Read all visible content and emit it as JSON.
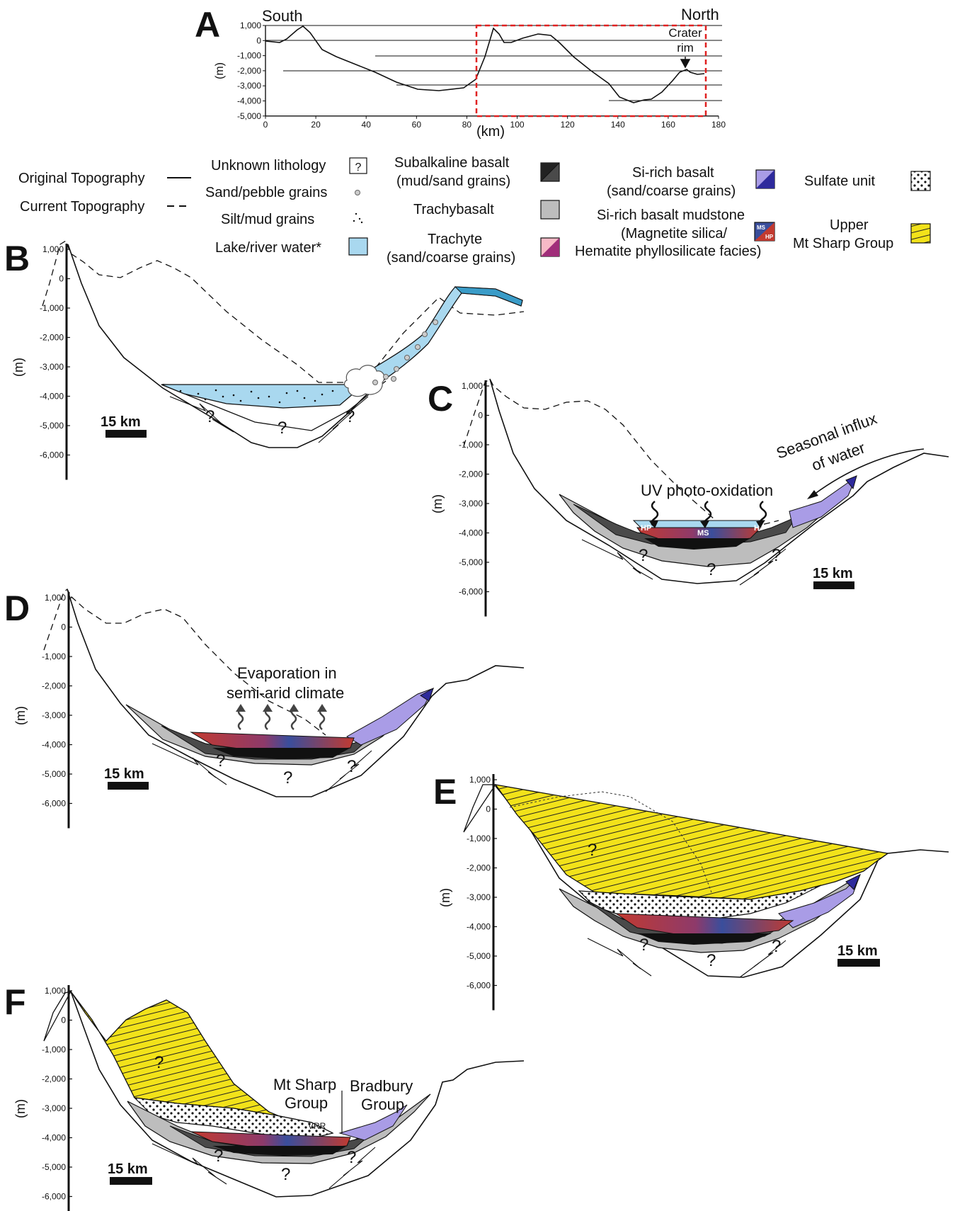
{
  "panel_letters": {
    "a": "A",
    "b": "B",
    "c": "C",
    "d": "D",
    "e": "E",
    "f": "F"
  },
  "profile": {
    "left_label": "South",
    "right_label": "North",
    "y_unit": "(m)",
    "x_unit": "(km)",
    "y_ticks": [
      "1,000",
      "0",
      "-1,000",
      "-2,000",
      "-3,000",
      "-4,000",
      "-5,000"
    ],
    "x_ticks": [
      "0",
      "20",
      "40",
      "60",
      "80",
      "100",
      "120",
      "140",
      "160",
      "180"
    ],
    "annotation_line1": "Crater",
    "annotation_line2": "rim"
  },
  "legend": {
    "original_topo": "Original Topography",
    "current_topo": "Current Topography",
    "unknown": "Unknown lithology",
    "unknown_symbol": "?",
    "sand": "Sand/pebble grains",
    "silt": "Silt/mud grains",
    "lake": "Lake/river water*",
    "subalk_1": "Subalkaline basalt",
    "subalk_2": "(mud/sand grains)",
    "trachybasalt": "Trachybasalt",
    "trachyte_1": "Trachyte",
    "trachyte_2": "(sand/coarse grains)",
    "sirich_1": "Si-rich basalt",
    "sirich_2": "(sand/coarse grains)",
    "mud_1": "Si-rich basalt mudstone",
    "mud_2": "(Magnetite silica/",
    "mud_3": "Hematite phyllosilicate facies)",
    "ms": "MS",
    "hp": "HP",
    "sulfate": "Sulfate unit",
    "upper_1": "Upper",
    "upper_2": "Mt Sharp Group"
  },
  "section_axis": {
    "unit": "(m)",
    "ticks": [
      "1,000",
      "0",
      "-1,000",
      "-2,000",
      "-3,000",
      "-4,000",
      "-5,000",
      "-6,000"
    ]
  },
  "scale_label": "15 km",
  "question": "?",
  "panel_c": {
    "uv": "UV photo-oxidation",
    "influx_1": "Seasonal influx",
    "influx_2": "of water",
    "hp": "HP",
    "ms": "MS"
  },
  "panel_d": {
    "evap_1": "Evaporation in",
    "evap_2": "semi-arid climate"
  },
  "panel_f": {
    "mtsharp_1": "Mt Sharp",
    "mtsharp_2": "Group",
    "bradbury_1": "Bradbury",
    "bradbury_2": "Group",
    "vrr": "VRR"
  },
  "colors": {
    "lake": "#a9d8ef",
    "river": "#3a9cc8",
    "trachybasalt": "#bdbdbd",
    "subalkaline": "#4a4a4a",
    "mudstone_red": "#c23a30",
    "mudstone_blue": "#3a4e9c",
    "sirich": "#a99ce6",
    "sirich_dark": "#2e2a9c",
    "yellow": "#f2e21a",
    "trachyte": "#f7b9c6",
    "trachyte_dark": "#a02e7a"
  }
}
